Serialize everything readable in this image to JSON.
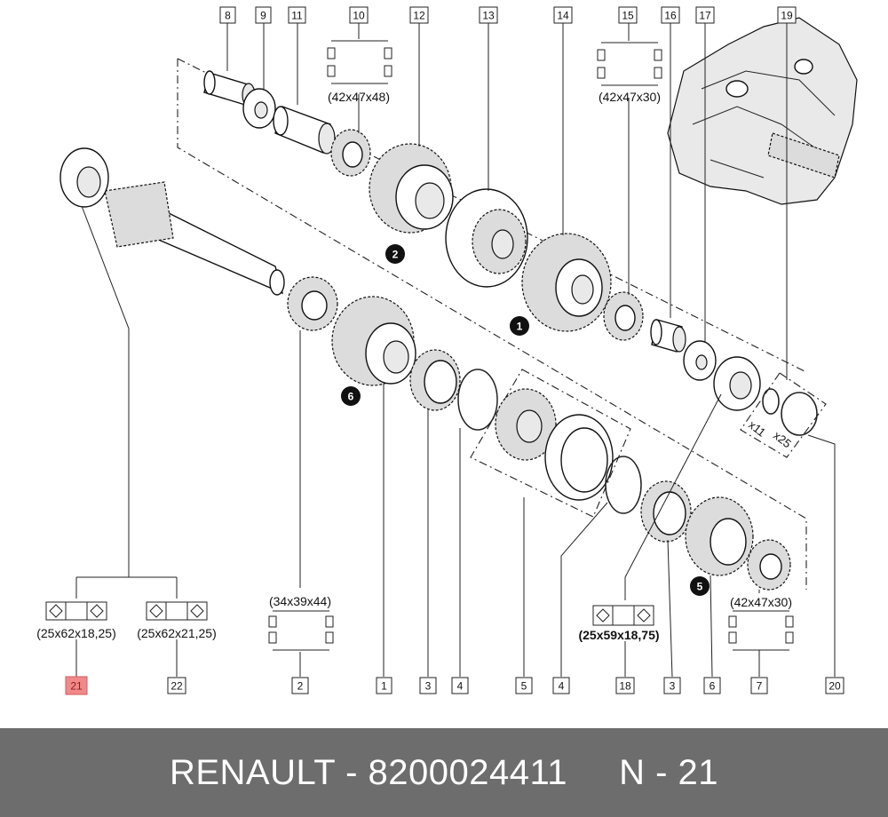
{
  "footer": {
    "text": "RENAULT - 8200024411     N - 21"
  },
  "highlight_color": "#f08a8a",
  "footer_color": "#6d6d6d",
  "callouts": [
    {
      "label": "8"
    },
    {
      "label": "9"
    },
    {
      "label": "11"
    },
    {
      "label": "10"
    },
    {
      "label": "12"
    },
    {
      "label": "13"
    },
    {
      "label": "14"
    },
    {
      "label": "15"
    },
    {
      "label": "16"
    },
    {
      "label": "17"
    },
    {
      "label": "19"
    },
    {
      "label": "21"
    },
    {
      "label": "22"
    },
    {
      "label": "2"
    },
    {
      "label": "1"
    },
    {
      "label": "3"
    },
    {
      "label": "4"
    },
    {
      "label": "5"
    },
    {
      "label": "4"
    },
    {
      "label": "18"
    },
    {
      "label": "3"
    },
    {
      "label": "6"
    },
    {
      "label": "7"
    },
    {
      "label": "20"
    }
  ],
  "dimensions": [
    {
      "text": "(42x47x48)"
    },
    {
      "text": "(42x47x30)"
    },
    {
      "text": "(25x62x18,25)"
    },
    {
      "text": "(25x62x21,25)"
    },
    {
      "text": "(34x39x44)"
    },
    {
      "text": "(25x59x18,75)"
    },
    {
      "text": "(42x47x30)"
    }
  ],
  "gear_markers": [
    {
      "label": "2"
    },
    {
      "label": "1"
    },
    {
      "label": "6"
    },
    {
      "label": "5"
    }
  ],
  "circlip_labels": [
    {
      "text": "x11"
    },
    {
      "text": "x25"
    }
  ]
}
